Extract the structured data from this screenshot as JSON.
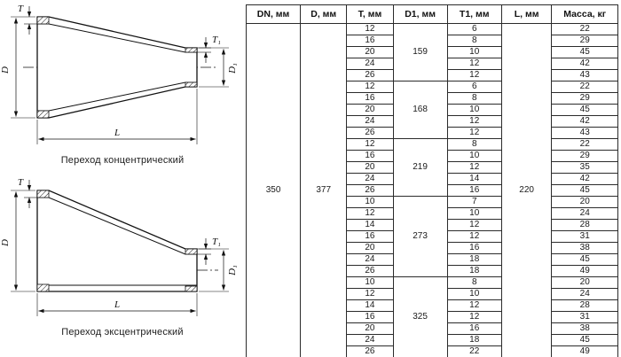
{
  "drawings": {
    "concentric": {
      "caption": "Переход концентрический"
    },
    "eccentric": {
      "caption": "Переход эксцентрический"
    },
    "labels": {
      "t": "T",
      "t1": "T₁",
      "d": "D",
      "d1": "D₁",
      "l": "L"
    }
  },
  "table": {
    "headers": [
      "DN, мм",
      "D, мм",
      "T, мм",
      "D1, мм",
      "T1, мм",
      "L, мм",
      "Масса, кг"
    ],
    "dn": "350",
    "d": "377",
    "l": "220",
    "groups": [
      {
        "d1": "159",
        "rows": [
          {
            "t": "12",
            "t1": "6",
            "mass": "22"
          },
          {
            "t": "16",
            "t1": "8",
            "mass": "29"
          },
          {
            "t": "20",
            "t1": "10",
            "mass": "45"
          },
          {
            "t": "24",
            "t1": "12",
            "mass": "42"
          },
          {
            "t": "26",
            "t1": "12",
            "mass": "43"
          }
        ]
      },
      {
        "d1": "168",
        "rows": [
          {
            "t": "12",
            "t1": "6",
            "mass": "22"
          },
          {
            "t": "16",
            "t1": "8",
            "mass": "29"
          },
          {
            "t": "20",
            "t1": "10",
            "mass": "45"
          },
          {
            "t": "24",
            "t1": "12",
            "mass": "42"
          },
          {
            "t": "26",
            "t1": "12",
            "mass": "43"
          }
        ]
      },
      {
        "d1": "219",
        "rows": [
          {
            "t": "12",
            "t1": "8",
            "mass": "22"
          },
          {
            "t": "16",
            "t1": "10",
            "mass": "29"
          },
          {
            "t": "20",
            "t1": "12",
            "mass": "35"
          },
          {
            "t": "24",
            "t1": "14",
            "mass": "42"
          },
          {
            "t": "26",
            "t1": "16",
            "mass": "45"
          }
        ]
      },
      {
        "d1": "273",
        "rows": [
          {
            "t": "10",
            "t1": "7",
            "mass": "20"
          },
          {
            "t": "12",
            "t1": "10",
            "mass": "24"
          },
          {
            "t": "14",
            "t1": "12",
            "mass": "28"
          },
          {
            "t": "16",
            "t1": "12",
            "mass": "31"
          },
          {
            "t": "20",
            "t1": "16",
            "mass": "38"
          },
          {
            "t": "24",
            "t1": "18",
            "mass": "45"
          },
          {
            "t": "26",
            "t1": "18",
            "mass": "49"
          }
        ]
      },
      {
        "d1": "325",
        "rows": [
          {
            "t": "10",
            "t1": "8",
            "mass": "20"
          },
          {
            "t": "12",
            "t1": "10",
            "mass": "24"
          },
          {
            "t": "14",
            "t1": "12",
            "mass": "28"
          },
          {
            "t": "16",
            "t1": "12",
            "mass": "31"
          },
          {
            "t": "20",
            "t1": "16",
            "mass": "38"
          },
          {
            "t": "24",
            "t1": "18",
            "mass": "45"
          },
          {
            "t": "26",
            "t1": "22",
            "mass": "49"
          }
        ]
      }
    ]
  }
}
